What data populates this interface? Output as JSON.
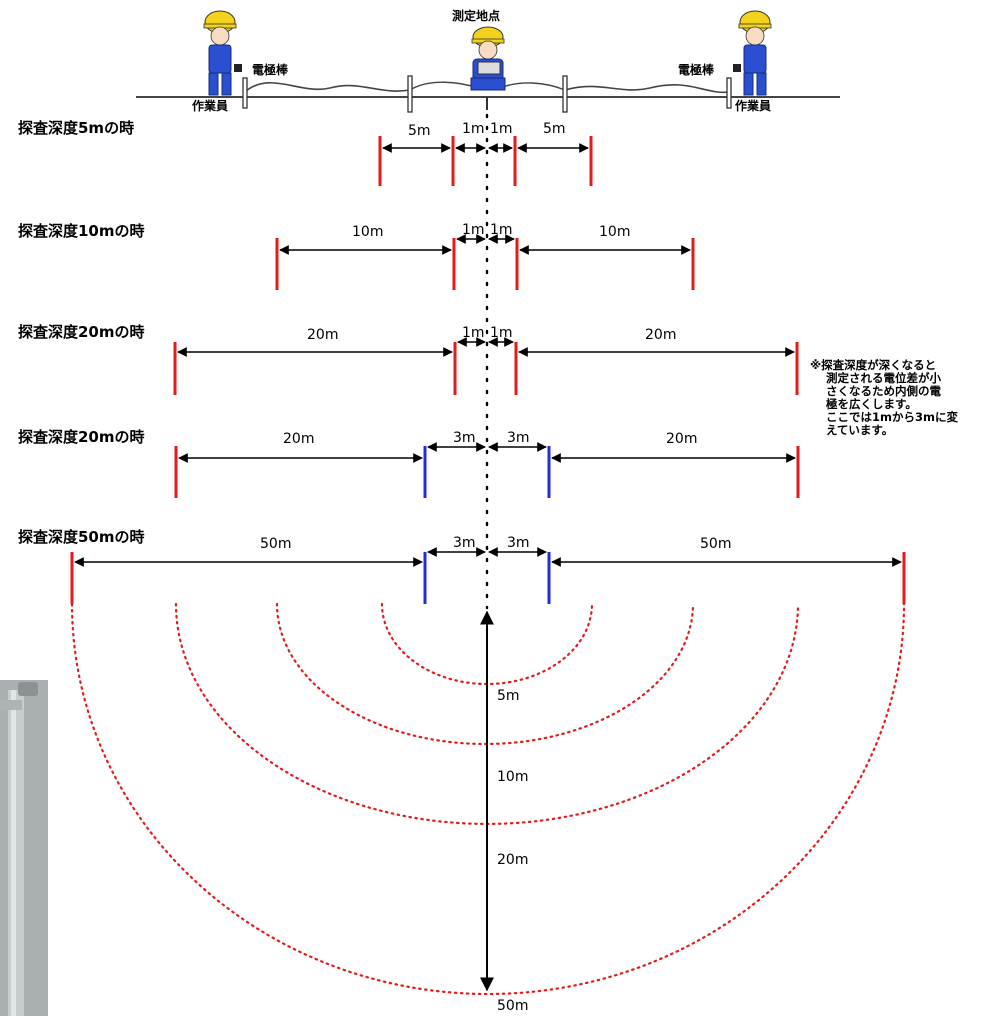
{
  "top": {
    "measurement_point": "測定地点",
    "electrode_left": "電極棒",
    "electrode_right": "電極棒",
    "worker_left": "作業員",
    "worker_right": "作業員"
  },
  "rows": [
    {
      "label": "探査深度5mの時",
      "outer_left": "5m",
      "inner_left": "1m",
      "inner_right": "1m",
      "outer_right": "5m"
    },
    {
      "label": "探査深度10mの時",
      "outer_left": "10m",
      "inner_left": "1m",
      "inner_right": "1m",
      "outer_right": "10m"
    },
    {
      "label": "探査深度20mの時",
      "outer_left": "20m",
      "inner_left": "1m",
      "inner_right": "1m",
      "outer_right": "20m"
    },
    {
      "label": "探査深度20mの時",
      "outer_left": "20m",
      "inner_left": "3m",
      "inner_right": "3m",
      "outer_right": "20m"
    },
    {
      "label": "探査深度50mの時",
      "outer_left": "50m",
      "inner_left": "3m",
      "inner_right": "3m",
      "outer_right": "50m"
    }
  ],
  "note": [
    "※探査深度が深くなると",
    "測定される電位差が小",
    "さくなるため内側の電",
    "極を広くします。",
    "ここでは1mから3mに変",
    "えています。"
  ],
  "depth_labels": [
    "5m",
    "10m",
    "20m",
    "50m"
  ],
  "colors": {
    "outer_electrode": "#e31b1b",
    "inner_1m": "#e31b1b",
    "inner_3m": "#1f2ed8",
    "arc": "#e31b1b"
  },
  "icons": [
    "worker-icon",
    "electrode-rod-icon",
    "measuring-device-icon"
  ]
}
